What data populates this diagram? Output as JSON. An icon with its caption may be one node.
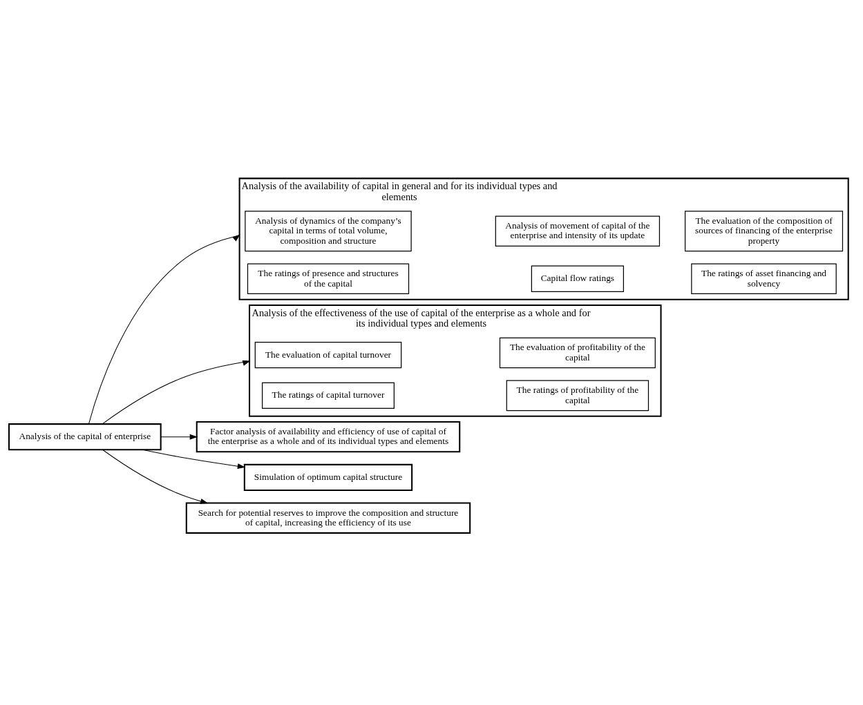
{
  "diagram": {
    "nodes": [
      {
        "text": [
          "Analysis of the capital of enterprise"
        ]
      },
      {
        "text": [
          "Analysis of the availability of capital in general and for its individual types and elements"
        ]
      },
      {
        "text": [
          "Analysis of dynamics of the company’s capital in terms of total volume, composition and structure"
        ],
        "in": 1
      },
      {
        "text": [
          "Analysis of movement of capital of the enterprise and intensity of its update"
        ],
        "in": 1
      },
      {
        "text": [
          "The evaluation of the composition of sources of financing of the enterprise property"
        ],
        "in": 1
      },
      {
        "text": [
          "The ratings of presence and structures of the capital"
        ],
        "in": 1
      },
      {
        "text": [
          "Capital flow ratings"
        ],
        "in": 1
      },
      {
        "text": [
          "The ratings of asset financing and solvency"
        ],
        "in": 1
      },
      {
        "text": [
          "Analysis of the effectiveness of the use of capital of the enterprise as a whole and for its individual types and elements"
        ]
      },
      {
        "text": [
          "The evaluation of capital turnover"
        ],
        "in": 8
      },
      {
        "text": [
          "The evaluation of profitability of the capital"
        ],
        "in": 8
      },
      {
        "text": [
          "The ratings of capital turnover"
        ],
        "in": 8
      },
      {
        "text": [
          "The ratings of profitability of the capital"
        ],
        "in": 8
      },
      {
        "text": [
          "Factor analysis of availability and efficiency of use of capital of the enterprise as a whole and of its individual types and elements"
        ]
      },
      {
        "text": [
          "Simulation of optimum capital structure"
        ]
      },
      {
        "text": [
          "Search for potential reserves to improve the composition and structure of capital, increasing the efficiency of its use"
        ]
      }
    ],
    "edges": [
      {
        "from": 0,
        "to": 1,
        "arrow": "to"
      },
      {
        "from": 0,
        "to": 8,
        "arrow": "to"
      },
      {
        "from": 0,
        "to": 13,
        "arrow": "to"
      },
      {
        "from": 0,
        "to": 14,
        "arrow": "to"
      },
      {
        "from": 0,
        "to": 15,
        "arrow": "to"
      }
    ]
  }
}
